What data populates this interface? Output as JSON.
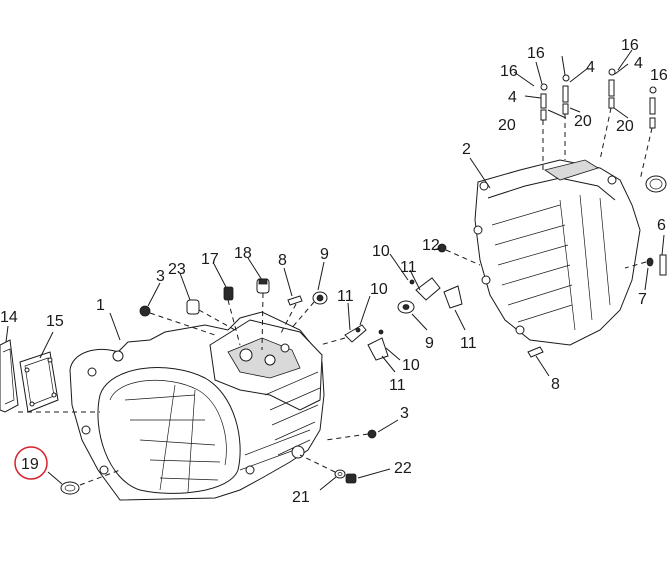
{
  "diagram": {
    "highlight_color": "#d6222a",
    "line_color": "#1a1a1a",
    "callouts": {
      "p1": "1",
      "p2": "2",
      "p3a": "3",
      "p3b": "3",
      "p4a": "4",
      "p4b": "4",
      "p4c": "4",
      "p6": "6",
      "p7": "7",
      "p8a": "8",
      "p8b": "8",
      "p9a": "9",
      "p9b": "9",
      "p10a": "10",
      "p10b": "10",
      "p10c": "10",
      "p11a": "11",
      "p11b": "11",
      "p11c": "11",
      "p11d": "11",
      "p12": "12",
      "p14": "14",
      "p15": "15",
      "p16a": "16",
      "p16b": "16",
      "p16c": "16",
      "p16d": "16",
      "p17": "17",
      "p18": "18",
      "p19": "19",
      "p20a": "20",
      "p20b": "20",
      "p20c": "20",
      "p21": "21",
      "p22": "22",
      "p23": "23"
    }
  }
}
